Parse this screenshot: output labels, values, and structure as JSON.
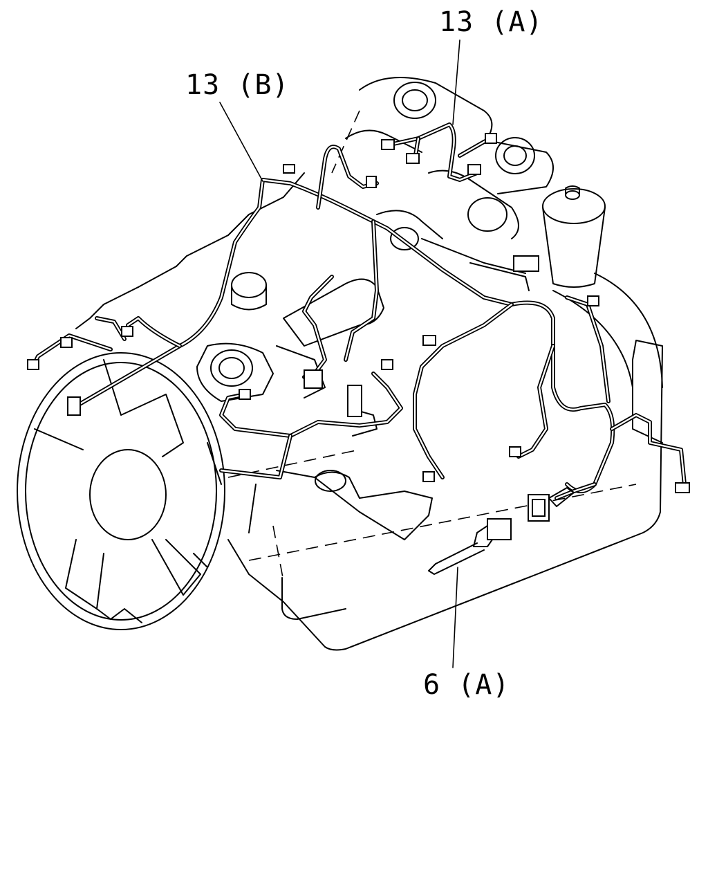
{
  "diagram": {
    "callouts": [
      {
        "id": "13A",
        "text": "13 (A)"
      },
      {
        "id": "13B",
        "text": "13 (B)"
      },
      {
        "id": "6A",
        "text": "6 (A)"
      }
    ],
    "line_color": "#000000",
    "background_color": "#ffffff"
  }
}
